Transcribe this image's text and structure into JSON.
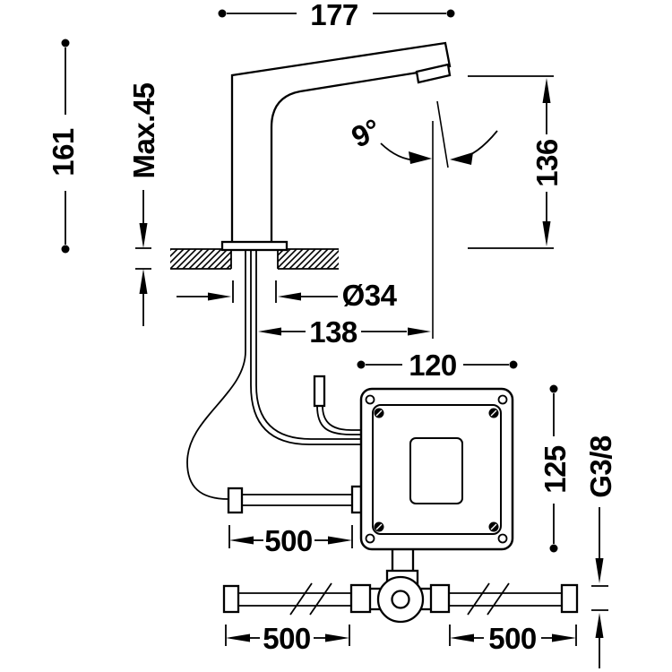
{
  "drawing": {
    "kind": "faucet installation technical drawing",
    "background_color": "#ffffff",
    "line_color": "#000000",
    "labels": {
      "spout_reach": "177",
      "spout_height": "161",
      "max_deck_thickness": "Max.45",
      "spray_angle": "9°",
      "outlet_to_deck": "136",
      "hole_diameter": "Ø34",
      "center_to_stream": "138",
      "box_width": "120",
      "box_height": "125",
      "thread": "G3/8",
      "hose_length": "500",
      "inlet_pipe_left": "500",
      "inlet_pipe_right": "500"
    }
  }
}
